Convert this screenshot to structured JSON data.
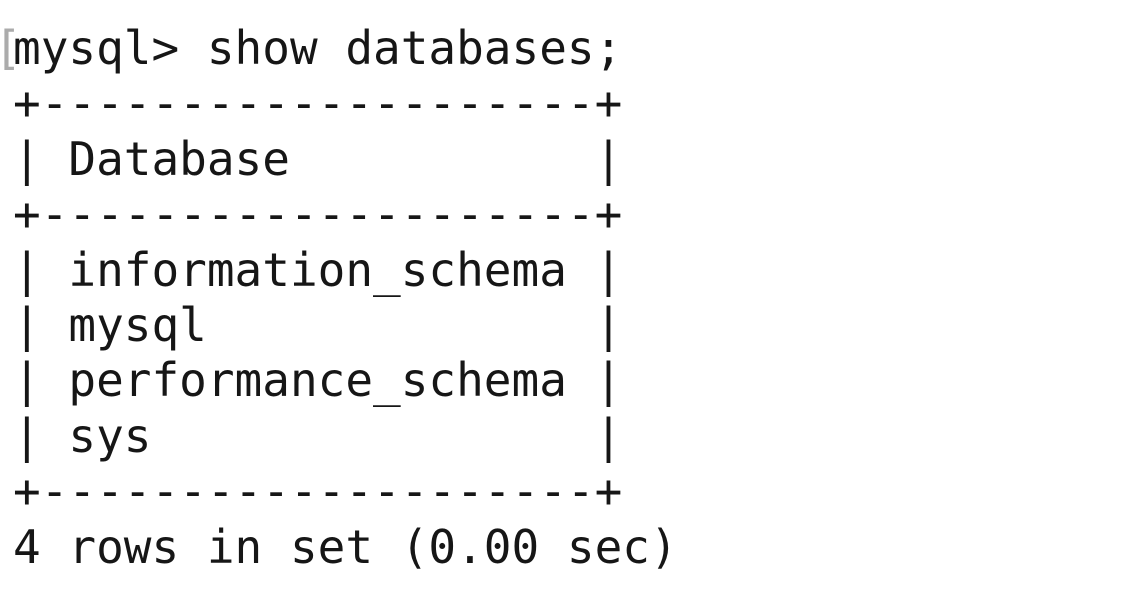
{
  "terminal": {
    "artifact_bracket": "[",
    "prompt": "mysql>",
    "command": "show databases;",
    "result_table": {
      "border": "+--------------------+",
      "pipe": "|",
      "column_header": "Database",
      "rows": [
        "information_schema",
        "mysql",
        "performance_schema",
        "sys"
      ]
    },
    "status_line": "4 rows in set (0.00 sec)",
    "colors": {
      "background": "#ffffff",
      "text": "#161616",
      "artifact_gray": "#ababab"
    }
  }
}
